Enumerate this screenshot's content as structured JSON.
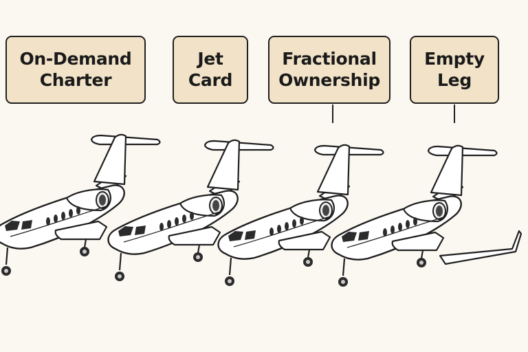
{
  "labels": [
    {
      "id": "on-demand-charter",
      "text": "On-Demand\nCharter"
    },
    {
      "id": "jet-card",
      "text": "Jet\nCard"
    },
    {
      "id": "fractional-ownership",
      "text": "Fractional\nOwnership"
    },
    {
      "id": "empty-leg",
      "text": "Empty\nLeg"
    }
  ],
  "colors": {
    "background": "#fbf7f1",
    "label_fill": "#f2e3c8",
    "outline": "#1f1f1f",
    "jet_body": "#ffffff",
    "windows": "#2b2b2b",
    "engine": "#eeeeee"
  },
  "icons": [
    "business-jet-illustration"
  ]
}
